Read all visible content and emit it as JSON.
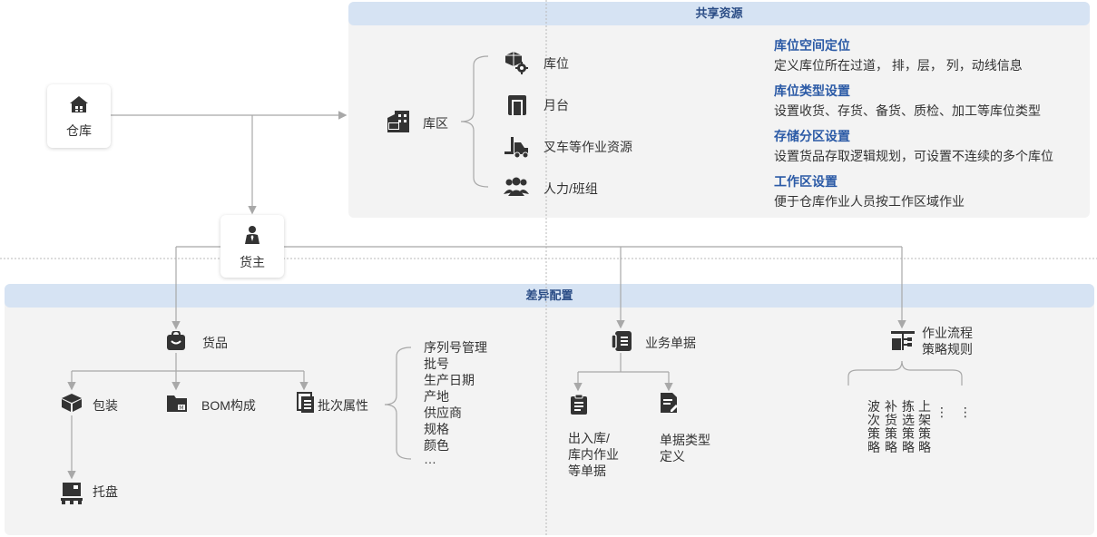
{
  "shared_title": "共享资源",
  "diff_title": "差异配置",
  "warehouse": "仓库",
  "owner": "货主",
  "zone": "库区",
  "shared_items": [
    {
      "label": "库位",
      "icon": "location-gear-icon"
    },
    {
      "label": "月台",
      "icon": "dock-icon"
    },
    {
      "label": "叉车等作业资源",
      "icon": "forklift-icon"
    },
    {
      "label": "人力/班组",
      "icon": "team-icon"
    }
  ],
  "shared_desc": [
    {
      "title": "库位空间定位",
      "text": "定义库位所在过道，  排，层，  列，动线信息"
    },
    {
      "title": "库位类型设置",
      "text": "设置收货、存货、备货、质检、加工等库位类型"
    },
    {
      "title": "存储分区设置",
      "text": "设置货品存取逻辑规划，可设置不连续的多个库位"
    },
    {
      "title": "工作区设置",
      "text": "便于仓库作业人员按工作区域作业"
    }
  ],
  "goods": {
    "label": "货品",
    "children": [
      "包装",
      "BOM构成",
      "批次属性"
    ],
    "pallet": "托盘",
    "batch_attrs": [
      "序列号管理",
      "批号",
      "生产日期",
      "产地",
      "供应商",
      "规格",
      "颜色",
      "…"
    ]
  },
  "docs": {
    "label": "业务单据",
    "child1": [
      "出入库/",
      "库内作业",
      "等单据"
    ],
    "child2": [
      "单据类型",
      "定义"
    ]
  },
  "flow": {
    "label_line1": "作业流程",
    "label_line2": "策略规则",
    "columns": [
      [
        "波",
        "次",
        "策",
        "略"
      ],
      [
        "补",
        "货",
        "策",
        "略"
      ],
      [
        "拣",
        "选",
        "策",
        "略"
      ],
      [
        "上",
        "架",
        "策",
        "略"
      ]
    ],
    "ellipsis": "⋮ ⋮"
  }
}
